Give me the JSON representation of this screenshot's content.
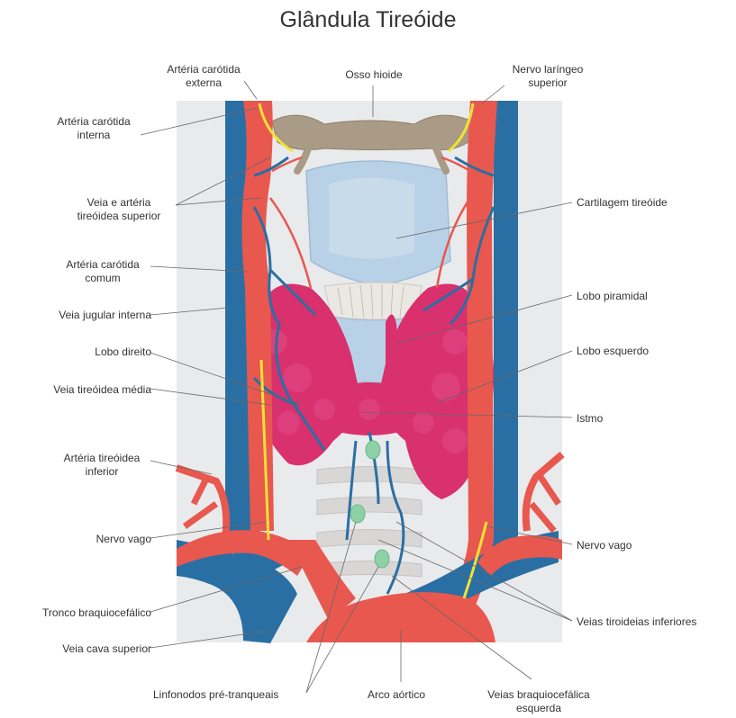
{
  "title": "Glândula Tireóide",
  "labels": {
    "carotida_externa": [
      "Artéria carótida",
      "externa"
    ],
    "osso_hioide": "Osso hioide",
    "nervo_laringeo": [
      "Nervo laríngeo",
      "superior"
    ],
    "carotida_interna": [
      "Artéria carótida",
      "interna"
    ],
    "veia_arteria_superior": [
      "Veia e artéria",
      "tireóidea superior"
    ],
    "cartilagem": "Cartilagem tireóide",
    "carotida_comum": [
      "Artéria carótida",
      "comum"
    ],
    "lobo_piramidal": "Lobo piramidal",
    "jugular": "Veia jugular interna",
    "lobo_direito": "Lobo direito",
    "lobo_esquerdo": "Lobo esquerdo",
    "veia_media": "Veia tireóidea média",
    "istmo": "Istmo",
    "arteria_inferior": [
      "Artéria tireóidea",
      "inferior"
    ],
    "nervo_vago_l": "Nervo vago",
    "nervo_vago_r": "Nervo vago",
    "tronco": "Tronco braquiocefálico",
    "veias_inferiores": "Veias tiroideias inferiores",
    "cava": "Veia cava superior",
    "linfonodos": "Linfonodos pré-tranqueais",
    "arco": "Arco aórtico",
    "braquio": [
      "Veias braquiocefálica",
      "esquerda"
    ]
  },
  "colors": {
    "artery": "#e8584f",
    "vein": "#2a6fa3",
    "gland": "#d9306e",
    "cartilage": "#b9d1e6",
    "bone": "#a99b85",
    "nerve": "#f2e235",
    "node": "#8fd1a6",
    "background_panel": "#e9eaec"
  }
}
